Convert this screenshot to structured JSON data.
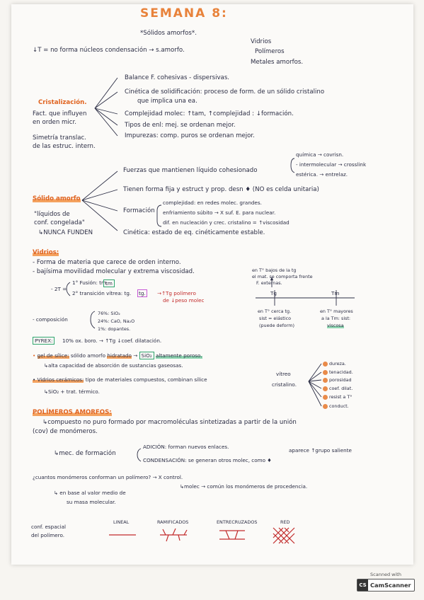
{
  "title": "SEMANA 8:",
  "subtitle": "*Sólidos amorfos*.",
  "top": {
    "line": "↓T = no forma núcleos condensación → s.amorfo.",
    "examples": [
      "Vidrios",
      "Polímeros",
      "Metales amorfos."
    ]
  },
  "crist": {
    "heading": "Cristalización.",
    "side": [
      "Fact. que influyen",
      "en orden micr.",
      "Simetría translac.",
      "de las estruc. intern."
    ],
    "items": [
      "Balance F. cohesivas - dispersivas.",
      "Cinética de solidificación: proceso de form. de un sólido cristalino",
      "que implica una ea.",
      "Complejidad molec: ↑tam, ↑complejidad : ↓formación.",
      "Tipos de enl: mej. se ordenan mejor.",
      "Impurezas: comp. puros se ordenan mejor."
    ]
  },
  "solido": {
    "heading": "Sólido amorfo",
    "side": [
      "\"líquidos de",
      "conf. congelada\"",
      "↳NUNCA FUNDEN"
    ],
    "fuerzas": "Fuerzas que mantienen líquido cohesionado",
    "fuerzas_types": [
      "química → covrisn.",
      "- intermolecular → crosslink",
      "estérica. → entrelaz."
    ],
    "forma": "Tienen forma fija y estruct y prop. desn ♦ (NO es celda unitaria)",
    "formacion_label": "Formación",
    "formacion": [
      "complejidad: en redes molec. grandes.",
      "enfriamiento súbito → X suf. E. para nuclear.",
      "dif. en nucleación y crec. cristalino = ↑viscosidad"
    ],
    "cinetica": "Cinética: estado de eq. cinéticamente estable."
  },
  "vidrios": {
    "heading": "Vidrios:",
    "lines": [
      "- Forma de materia que carece de orden interno.",
      "- bajísima movilidad molecular y extrema viscosidad."
    ],
    "temps": [
      "1° Fusión: tm",
      "2° transición vítrea: tg."
    ],
    "temps_prefix": "- 2T =",
    "tm_box": "tm",
    "tg_box": "tg.",
    "tg_note": [
      "→↑Tg polímero",
      "de ↓peso molec"
    ],
    "comp_label": "- composición",
    "comp": [
      "76%: SiO₂",
      "24%: CaO, Na₂O",
      "1%: dopantes."
    ],
    "pyrex": "PYREX:",
    "pyrex_text": "10% ox. boro. → ↑Tg ↓coef. dilatación.",
    "axis": {
      "top_note": [
        "en T° bajos de la tg",
        "el mat. se comporta frente",
        "F. externas."
      ],
      "tg": "Tg",
      "tm": "Tm",
      "below_tg": [
        "en T° cerca tg.",
        "sist = elástico",
        "(puede deform)"
      ],
      "below_tm": [
        "en T° mayores",
        "a la Tm: sist:",
        "viscosa"
      ]
    },
    "gel": "• gel de sílice: sólido amorfo hidratado → SiO₂ altamente poroso.",
    "gel_label": "gel de sílice:",
    "gel_text": "sólido amorfo",
    "gel_hid": "hidratado",
    "gel_sio": "SiO₂",
    "gel_rest": "altamente poroso.",
    "gel_sub": "↳alta capacidad de absorción de sustancias gaseosas.",
    "ceram_label": "• Vidrios cerámicos:",
    "ceram_text": "tipo de materiales compuestos, combinan sílice",
    "ceram_sub": "↳SiO₂ + trat. térmico.",
    "vitreo": [
      "vítreo",
      "cristalino."
    ],
    "props": [
      "dureza.",
      "tenacidad.",
      "porosidad",
      "coef. dilat.",
      "resist a T°",
      "conduct."
    ]
  },
  "polimeros": {
    "heading": "POLÍMEROS AMORFOS:",
    "line1": "↳compuesto no puro formado por macromoléculas sintetizadas a partir de la unión",
    "line2": "(cov) de monómeros.",
    "mec": "↳mec. de formación",
    "adicion": "ADICIÓN: forman nuevos enlaces.",
    "adicion_note": "aparece ↑grupo saliente",
    "cond": "CONDENSACIÓN: se generan otros molec, como ♦",
    "q": "¿cuantos monómeros conforman un polímero? → X control.",
    "q2": "↳molec → común los monómeros de procedencia.",
    "base1": "↳ en base al valor medio de",
    "base2": "su masa molecular.",
    "conf": [
      "conf. espacial",
      "del polímero."
    ],
    "types": [
      "LINEAL",
      "RAMIFICADOS",
      "ENTRECRUZADOS",
      "RED"
    ]
  },
  "badge": {
    "scanned": "Scanned with",
    "app": "CamScanner",
    "icon": "CS"
  },
  "colors": {
    "accent": "#e0631f",
    "ink": "#2b2d44",
    "green": "#2fa46d",
    "purple": "#c65ad6",
    "red": "#c22b2b"
  }
}
